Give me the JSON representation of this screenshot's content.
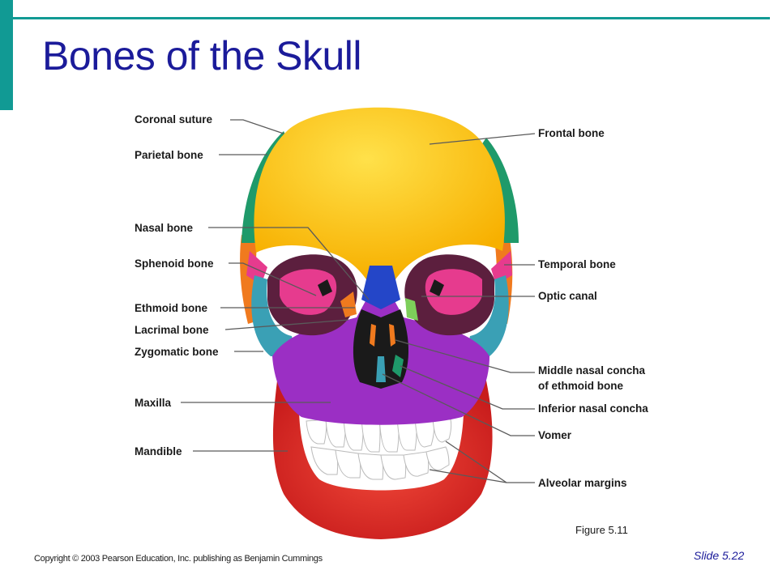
{
  "header": {
    "title": "Bones of the Skull",
    "accent_color": "#119a94",
    "title_color": "#1b1b9a"
  },
  "diagram": {
    "labels_left": {
      "coronal_suture": "Coronal suture",
      "parietal_bone": "Parietal bone",
      "nasal_bone": "Nasal bone",
      "sphenoid_bone": "Sphenoid bone",
      "ethmoid_bone": "Ethmoid bone",
      "lacrimal_bone": "Lacrimal bone",
      "zygomatic_bone": "Zygomatic bone",
      "maxilla": "Maxilla",
      "mandible": "Mandible"
    },
    "labels_right": {
      "frontal_bone": "Frontal bone",
      "temporal_bone": "Temporal bone",
      "optic_canal": "Optic canal",
      "middle_nasal_concha_1": "Middle nasal concha",
      "middle_nasal_concha_2": "of ethmoid bone",
      "inferior_nasal_concha": "Inferior nasal concha",
      "vomer": "Vomer",
      "alveolar_margins": "Alveolar margins"
    },
    "bone_colors": {
      "frontal": "#ffc21a",
      "parietal": "#1f9a6a",
      "temporal": "#f07a1e",
      "sphenoid": "#e63b8e",
      "zygomatic": "#3aa0b5",
      "maxilla": "#9b2fc4",
      "mandible": "#e02a2a",
      "nasal": "#2446c8"
    }
  },
  "footer": {
    "figure": "Figure 5.11",
    "copyright": "Copyright © 2003 Pearson Education, Inc. publishing as Benjamin Cummings",
    "slide": "Slide 5.22"
  }
}
